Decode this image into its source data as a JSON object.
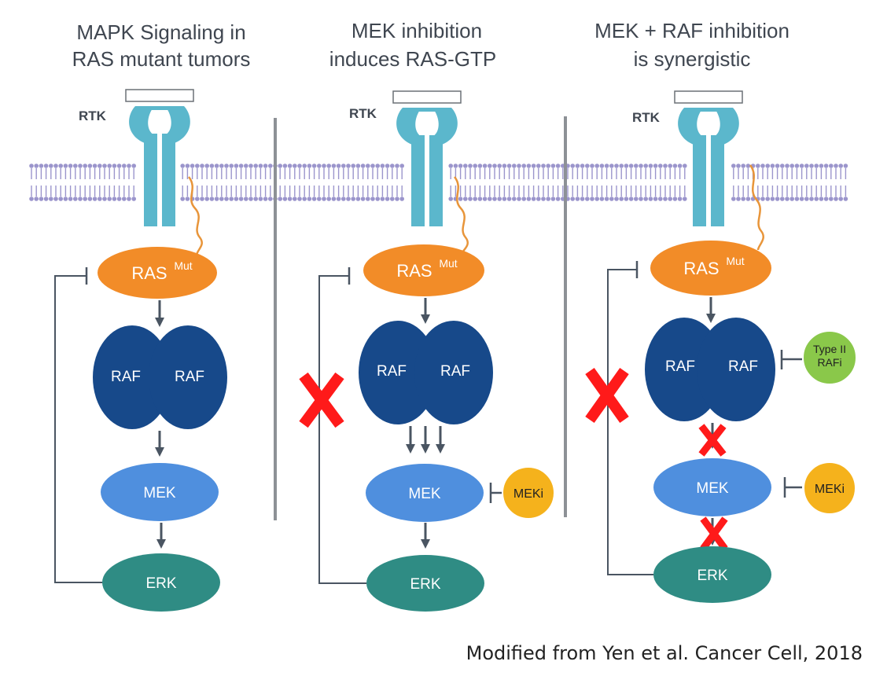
{
  "panels": [
    {
      "title_line1": "MAPK Signaling  in",
      "title_line2": "RAS mutant tumors"
    },
    {
      "title_line1": "MEK inhibition",
      "title_line2": "induces  RAS-GTP"
    },
    {
      "title_line1": "MEK + RAF inhibition",
      "title_line2": "is synergistic"
    }
  ],
  "labels": {
    "rtk": "RTK",
    "ras": "RAS",
    "ras_sup": "Mut",
    "raf": "RAF",
    "mek": "MEK",
    "erk": "ERK",
    "meki": "MEKi",
    "rafi_line1": "Type II",
    "rafi_line2": "RAFi"
  },
  "caption": "Modified from Yen et al. Cancer Cell, 2018",
  "colors": {
    "ras": "#f28c28",
    "raf": "#17498a",
    "mek": "#4f8fde",
    "erk": "#2f8c84",
    "meki": "#f5b21c",
    "rafi": "#8ac84a",
    "receptor": "#5bb7cc",
    "membrane": "#9b95cc",
    "inhibit_x": "#ff1a1a",
    "arrow": "#4a5562"
  }
}
